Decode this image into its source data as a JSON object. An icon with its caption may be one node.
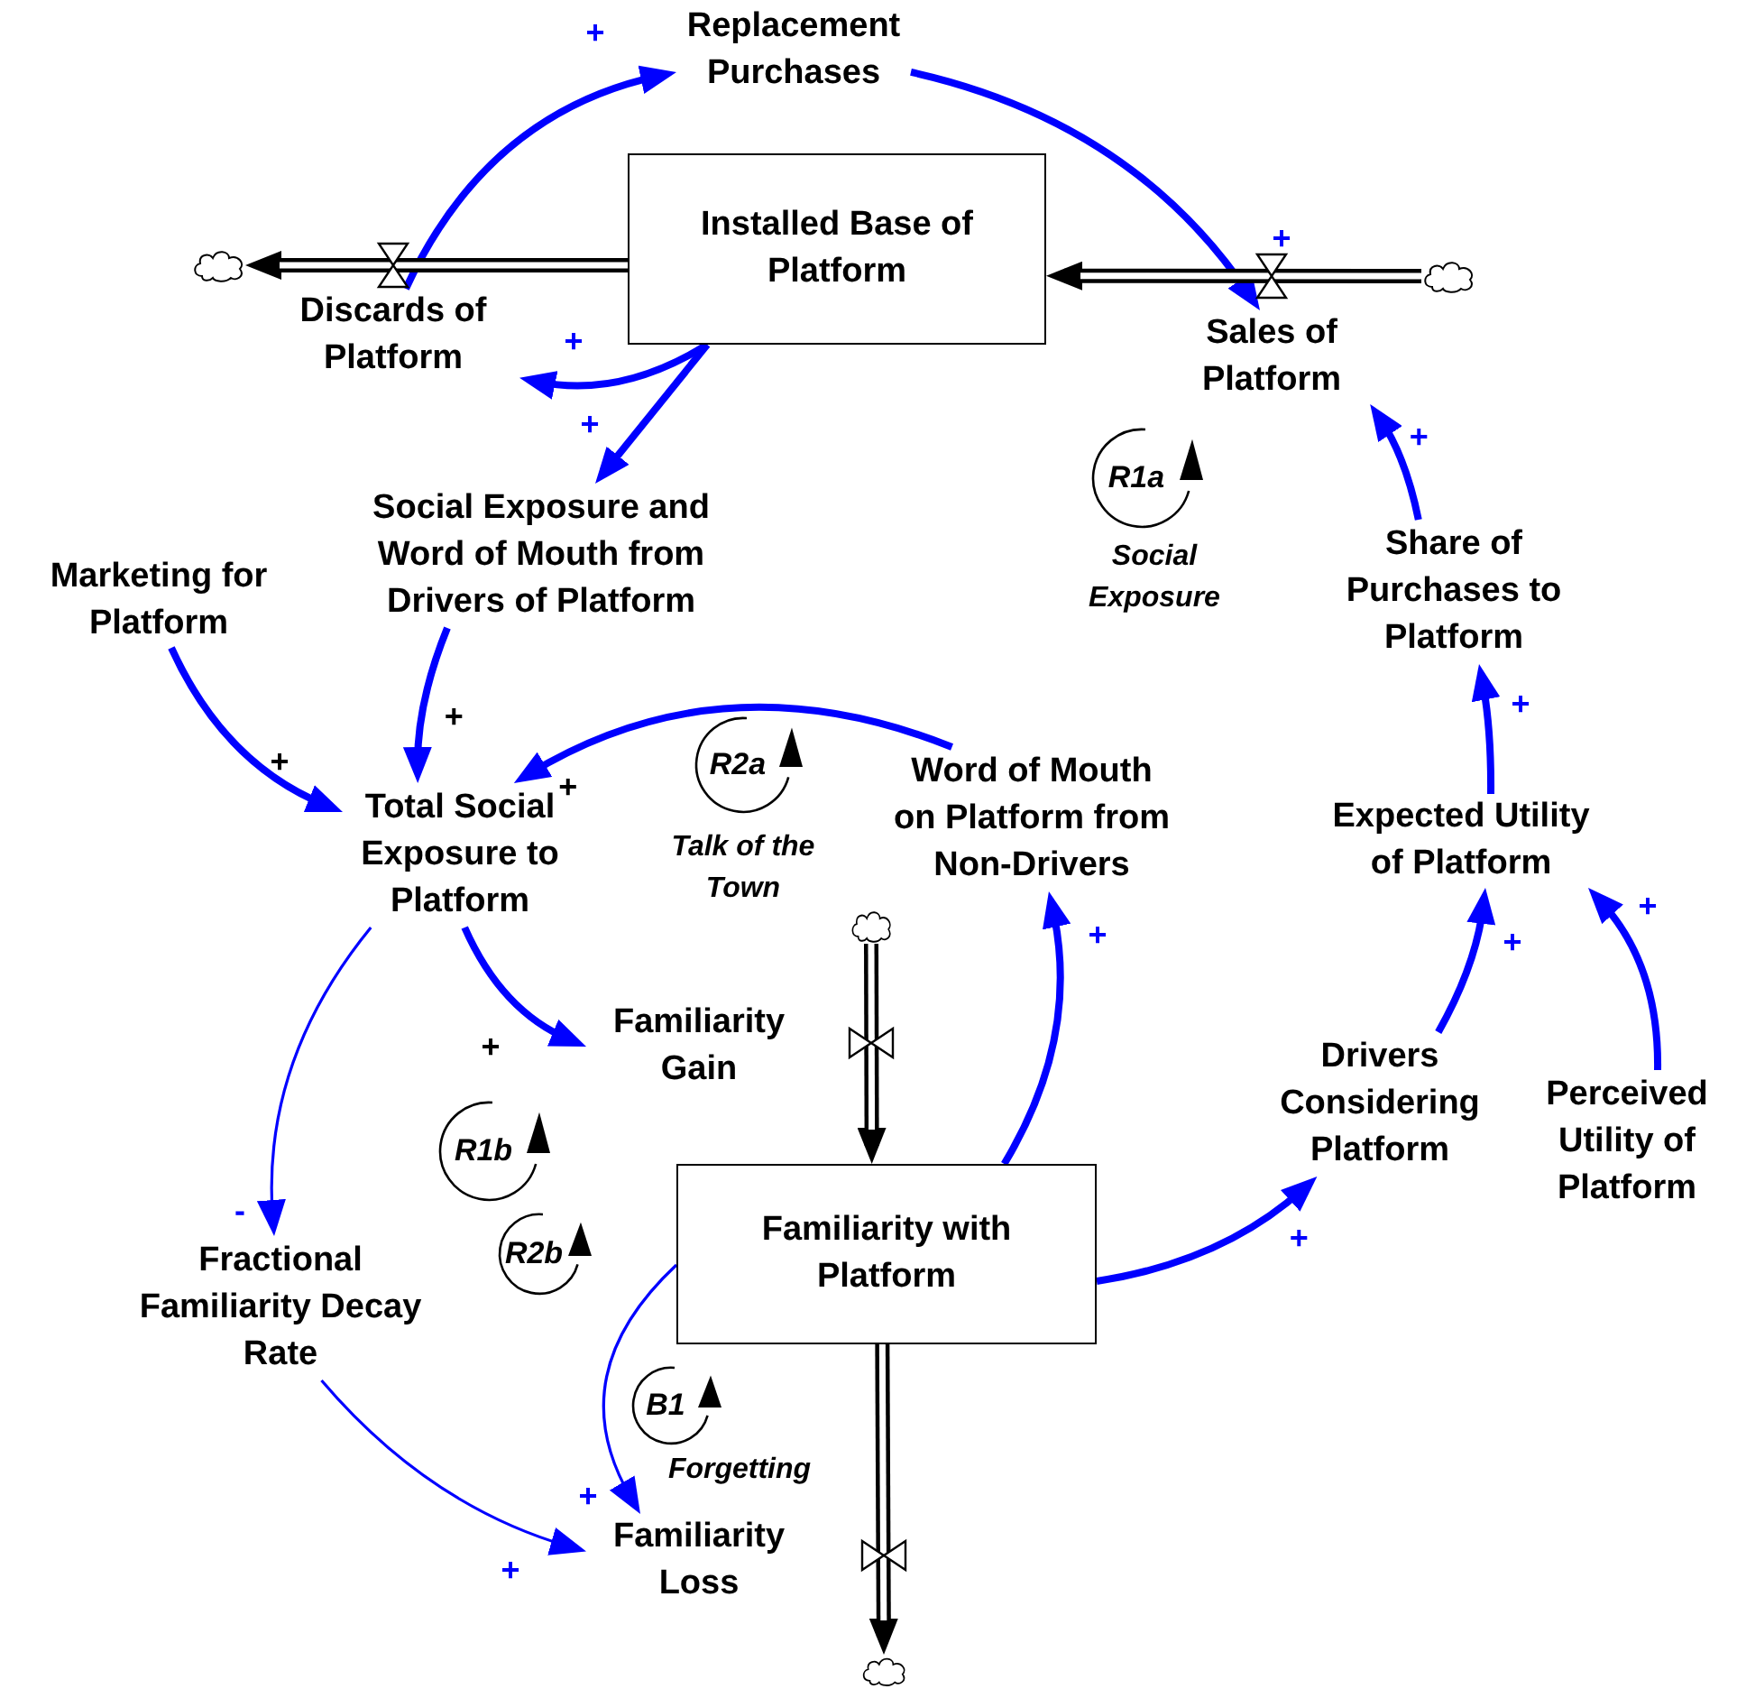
{
  "diagram": {
    "nodes": [
      {
        "text": [
          "Replacement Purchases"
        ]
      },
      {
        "text": [
          "Installed Base of Platform"
        ]
      },
      {
        "text": [
          "Discards of Platform"
        ]
      },
      {
        "text": [
          "Sales of Platform"
        ]
      },
      {
        "text": [],
        "shape": "cloud"
      },
      {
        "text": [],
        "shape": "cloud"
      },
      {
        "text": [
          "Social Exposure and Word of Mouth from Drivers of Platform"
        ]
      },
      {
        "text": [
          "Marketing for Platform"
        ]
      },
      {
        "text": [
          "Total Social Exposure to Platform"
        ]
      },
      {
        "text": [
          "Word of Mouth on Platform from Non-Drivers"
        ]
      },
      {
        "text": [
          "Share of Purchases to Platform"
        ]
      },
      {
        "text": [
          "Expected Utility of Platform"
        ]
      },
      {
        "text": [
          "Familiarity Gain"
        ]
      },
      {
        "text": [
          "Familiarity with Platform"
        ]
      },
      {
        "text": [
          "Fractional Familiarity Decay Rate"
        ]
      },
      {
        "text": [
          "Drivers Considering Platform"
        ]
      },
      {
        "text": [
          "Perceived Utility of Platform"
        ]
      },
      {
        "text": [
          "Familiarity Loss"
        ]
      },
      {
        "text": [],
        "shape": "cloud"
      },
      {
        "text": [],
        "shape": "cloud"
      }
    ],
    "edges": [
      {
        "from": 2,
        "to": 0,
        "arrow": "to",
        "label": "+"
      },
      {
        "from": 0,
        "to": 3,
        "arrow": "to",
        "label": "+"
      },
      {
        "from": 1,
        "to": 2,
        "arrow": "to",
        "label": "+"
      },
      {
        "from": 1,
        "to": 6,
        "arrow": "to",
        "label": "+"
      },
      {
        "from": 6,
        "to": 8,
        "arrow": "to",
        "label": "+"
      },
      {
        "from": 7,
        "to": 8,
        "arrow": "to",
        "label": "+"
      },
      {
        "from": 9,
        "to": 8,
        "arrow": "to",
        "label": "+"
      },
      {
        "from": 8,
        "to": 12,
        "arrow": "to",
        "label": "+"
      },
      {
        "from": 8,
        "to": 14,
        "arrow": "to",
        "label": "-"
      },
      {
        "from": 14,
        "to": 17,
        "arrow": "to",
        "label": "+"
      },
      {
        "from": 13,
        "to": 17,
        "arrow": "to",
        "label": "+"
      },
      {
        "from": 13,
        "to": 9,
        "arrow": "to",
        "label": "+"
      },
      {
        "from": 13,
        "to": 15,
        "arrow": "to",
        "label": "+"
      },
      {
        "from": 15,
        "to": 11,
        "arrow": "to",
        "label": "+"
      },
      {
        "from": 16,
        "to": 11,
        "arrow": "to",
        "label": "+"
      },
      {
        "from": 11,
        "to": 10,
        "arrow": "to",
        "label": "+"
      },
      {
        "from": 10,
        "to": 3,
        "arrow": "to",
        "label": "+"
      },
      {
        "from": 1,
        "to": 4,
        "arrow": "to",
        "style": "thick",
        "color": "#000000"
      },
      {
        "from": 5,
        "to": 1,
        "arrow": "to",
        "style": "thick",
        "color": "#000000"
      },
      {
        "from": 18,
        "to": 13,
        "arrow": "to",
        "style": "thick",
        "color": "#000000"
      },
      {
        "from": 13,
        "to": 19,
        "arrow": "to",
        "style": "thick",
        "color": "#000000"
      }
    ],
    "labels": [
      "R1a",
      "Social Exposure",
      "R2a",
      "Talk of the Town",
      "R1b",
      "R2b",
      "B1",
      "Forgetting"
    ]
  }
}
